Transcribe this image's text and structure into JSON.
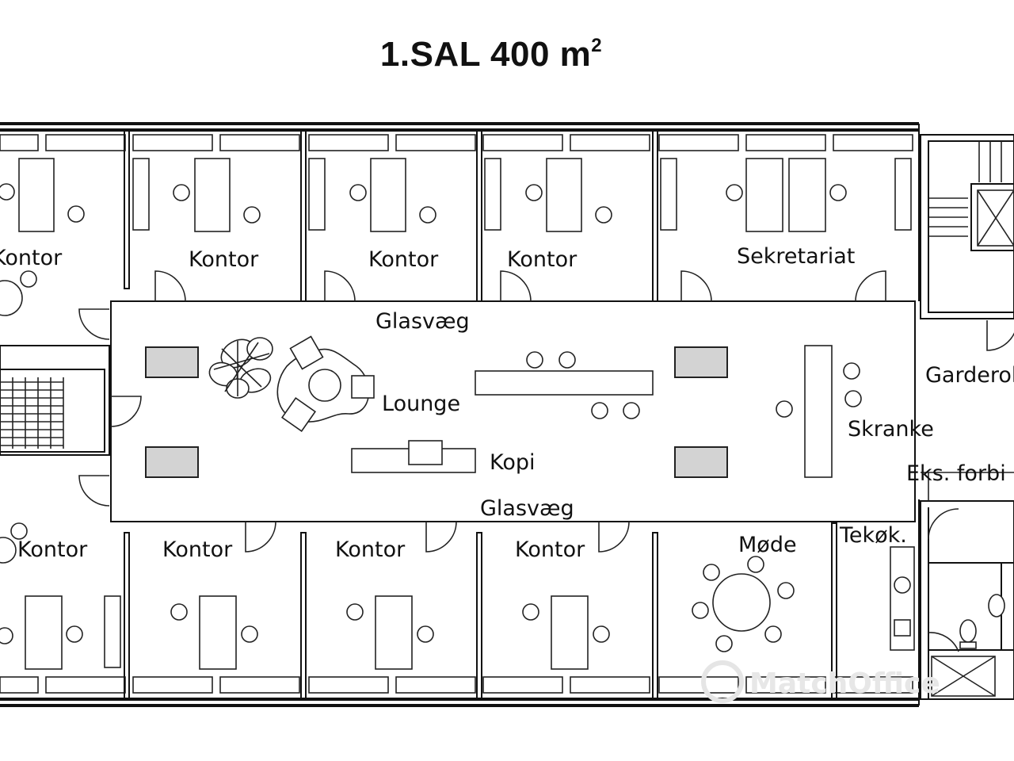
{
  "title": {
    "main": "1.SAL 400 m",
    "sup": "2"
  },
  "labels": {
    "kontor_1": "Kontor",
    "kontor_2": "Kontor",
    "kontor_3": "Kontor",
    "kontor_4": "Kontor",
    "sekretariat": "Sekretariat",
    "glasvaeg_top": "Glasvæg",
    "lounge": "Lounge",
    "kopi": "Kopi",
    "glasvaeg_bottom": "Glasvæg",
    "garderobe": "Garderobe",
    "skranke": "Skranke",
    "eks_forbi": "Eks. forbi",
    "tekok": "Tekøk.",
    "kontor_5": "Kontor",
    "kontor_6": "Kontor",
    "kontor_7": "Kontor",
    "kontor_8": "Kontor",
    "mode": "Møde"
  },
  "watermark": "MatchOffice",
  "colors": {
    "line": "#111111",
    "fill_gray": "#d3d3d3"
  }
}
